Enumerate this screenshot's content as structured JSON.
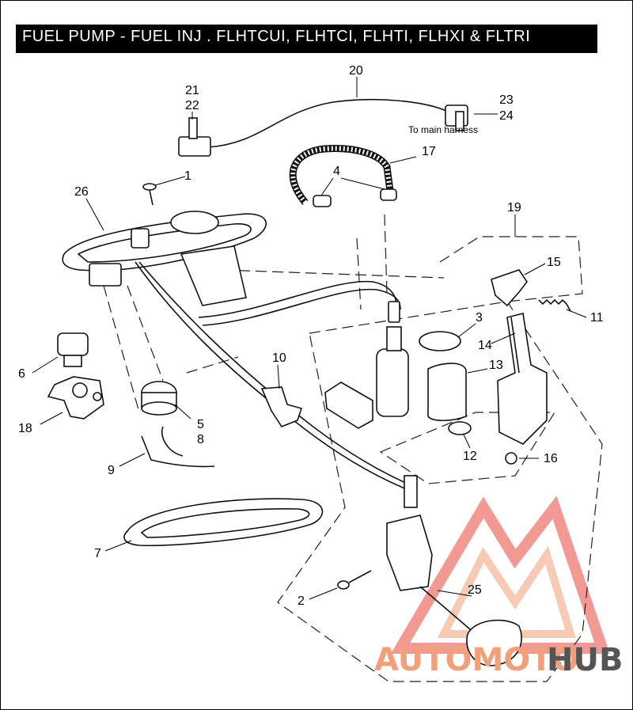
{
  "title": "FUEL PUMP - FUEL INJ . FLHTCUI, FLHTCI, FLHTI, FLHXI & FLTRI",
  "note": "To main harness",
  "watermark": {
    "part1": "AUTOMOTO",
    "part2": "HUB",
    "color_main": "#f2a07a",
    "color_accent": "#e8463c",
    "color_hub": "#555555"
  },
  "callouts": {
    "c1": "1",
    "c2": "2",
    "c3": "3",
    "c4": "4",
    "c5": "5",
    "c6": "6",
    "c7": "7",
    "c8": "8",
    "c9": "9",
    "c10": "10",
    "c11": "11",
    "c12": "12",
    "c13": "13",
    "c14": "14",
    "c15": "15",
    "c16": "16",
    "c17": "17",
    "c18": "18",
    "c19": "19",
    "c20": "20",
    "c21": "21",
    "c22": "22",
    "c23": "23",
    "c24": "24",
    "c25": "25",
    "c26": "26"
  }
}
